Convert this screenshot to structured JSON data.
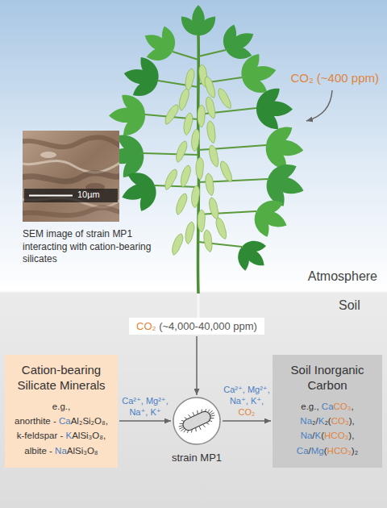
{
  "diagram": {
    "nodes": [
      {
        "text": [
          "CO₂ (~4,000-40,000 ppm)"
        ]
      },
      {
        "text": [
          "Cation-bearing Silicate Minerals",
          "e.g.,",
          "anorthite - CaAl₂Si₂O₈,",
          "k-feldspar - KAlSi₃O₈,",
          "albite - NaAlSi₃O₈"
        ]
      },
      {
        "text": [
          "strain MP1"
        ]
      },
      {
        "text": [
          "Soil Inorganic Carbon",
          "e.g., CaCO₃,",
          "Na₂/K₂(CO₃),",
          "Na/K(HCO₃),",
          "Ca/Mg(HCO₃)₂"
        ]
      }
    ],
    "edges": [
      {
        "from": 0,
        "to": 2,
        "arrow": "to"
      },
      {
        "from": 1,
        "to": 2,
        "arrow": "to",
        "label": "Ca²⁺, Mg²⁺, Na⁺, K⁺"
      },
      {
        "from": 2,
        "to": 3,
        "arrow": "to",
        "label": "Ca²⁺, Mg²⁺, Na⁺, K⁺, CO₂"
      }
    ],
    "labels": [
      "CO₂ (~400 ppm)",
      "SEM image of strain MP1 interacting with cation-bearing silicates",
      "10µm",
      "Atmosphere",
      "Soil"
    ]
  }
}
